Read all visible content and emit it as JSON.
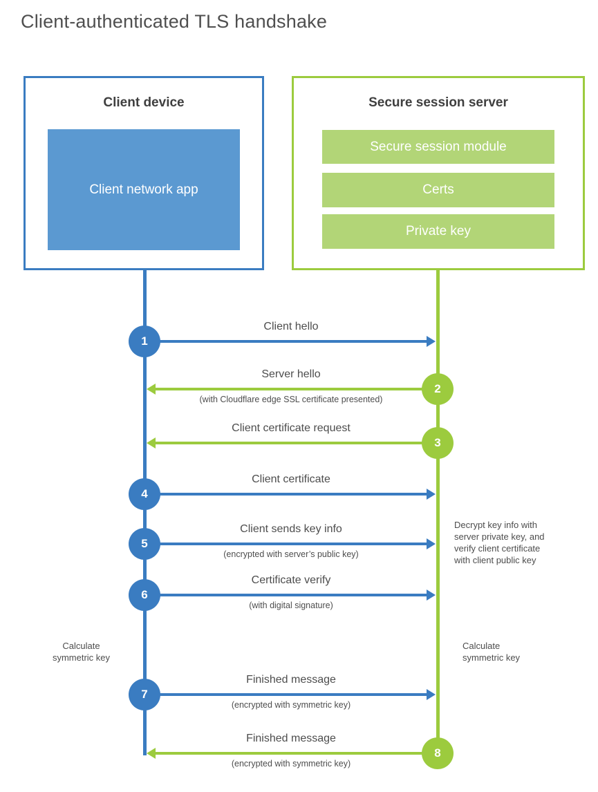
{
  "title": "Client-authenticated TLS handshake",
  "colors": {
    "blue": "#3a7cc1",
    "blue_light": "#5b99d1",
    "green": "#9ccb3e",
    "green_light": "#b2d577",
    "text": "#4d4d4d"
  },
  "client_box": {
    "title": "Client device",
    "app_label": "Client network app"
  },
  "server_box": {
    "title": "Secure session server",
    "modules": [
      "Secure session module",
      "Certs",
      "Private key"
    ]
  },
  "steps": [
    {
      "num": "1",
      "direction": "client-to-server",
      "label": "Client hello",
      "sublabel": ""
    },
    {
      "num": "2",
      "direction": "server-to-client",
      "label": "Server hello",
      "sublabel": "(with Cloudflare edge SSL certificate presented)"
    },
    {
      "num": "3",
      "direction": "server-to-client",
      "label": "Client certificate request",
      "sublabel": ""
    },
    {
      "num": "4",
      "direction": "client-to-server",
      "label": "Client certificate",
      "sublabel": ""
    },
    {
      "num": "5",
      "direction": "client-to-server",
      "label": "Client sends key info",
      "sublabel": "(encrypted with server’s public key)"
    },
    {
      "num": "6",
      "direction": "client-to-server",
      "label": "Certificate verify",
      "sublabel": "(with digital signature)"
    },
    {
      "num": "7",
      "direction": "client-to-server",
      "label": "Finished message",
      "sublabel": "(encrypted with symmetric key)"
    },
    {
      "num": "8",
      "direction": "server-to-client",
      "label": "Finished message",
      "sublabel": "(encrypted with symmetric key)"
    }
  ],
  "annotations": {
    "decrypt_note": "Decrypt key info with\nserver private key, and\nverify client certificate\nwith client public key",
    "calc_left": "Calculate\nsymmetric key",
    "calc_right": "Calculate\nsymmetric key"
  }
}
